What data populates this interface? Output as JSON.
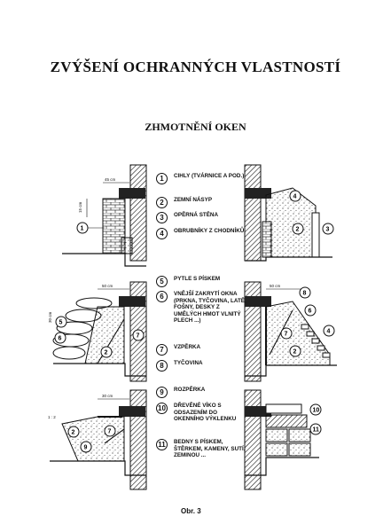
{
  "title": "ZVÝŠENÍ  OCHRANNÝCH  VLASTNOSTÍ",
  "subtitle": "ZHMOTNĚNÍ  OKEN",
  "caption": "Obr.  3",
  "legend": [
    {
      "num": "1",
      "label": "CIHLY (TVÁRNICE A POD.)"
    },
    {
      "num": "2",
      "label": "ZEMNÍ NÁSYP"
    },
    {
      "num": "3",
      "label": "OPĚRNÁ STĚNA"
    },
    {
      "num": "4",
      "label": "OBRUBNÍKY Z CHODNÍKŮ"
    },
    {
      "num": "5",
      "label": "PYTLE S PÍSKEM"
    },
    {
      "num": "6",
      "label": "VNĚJŠÍ ZAKRYTÍ OKNA (PRKNA, TYČOVINA, LATĚ, FOŠNY, DESKY Z UMĚLÝCH HMOT VLNITÝ PLECH ...)"
    },
    {
      "num": "7",
      "label": "VZPĚRKA"
    },
    {
      "num": "8",
      "label": "TYČOVINA"
    },
    {
      "num": "9",
      "label": "ROZPĚRKA"
    },
    {
      "num": "10",
      "label": "DŘEVĚNÉ VÍKO S ODSAZENÍM DO OKENNÍHO VÝKLENKU"
    },
    {
      "num": "11",
      "label": "BEDNY S PÍSKEM, ŠTĚRKEM, KAMENY, SUTÍ, ZEMINOU ..."
    }
  ],
  "dimensions": {
    "d45": "45 cm",
    "d50a": "50 cm",
    "d50b": "50 cm",
    "d15": "15 cm",
    "d30": "30 cm",
    "slope": "1 : 2"
  }
}
